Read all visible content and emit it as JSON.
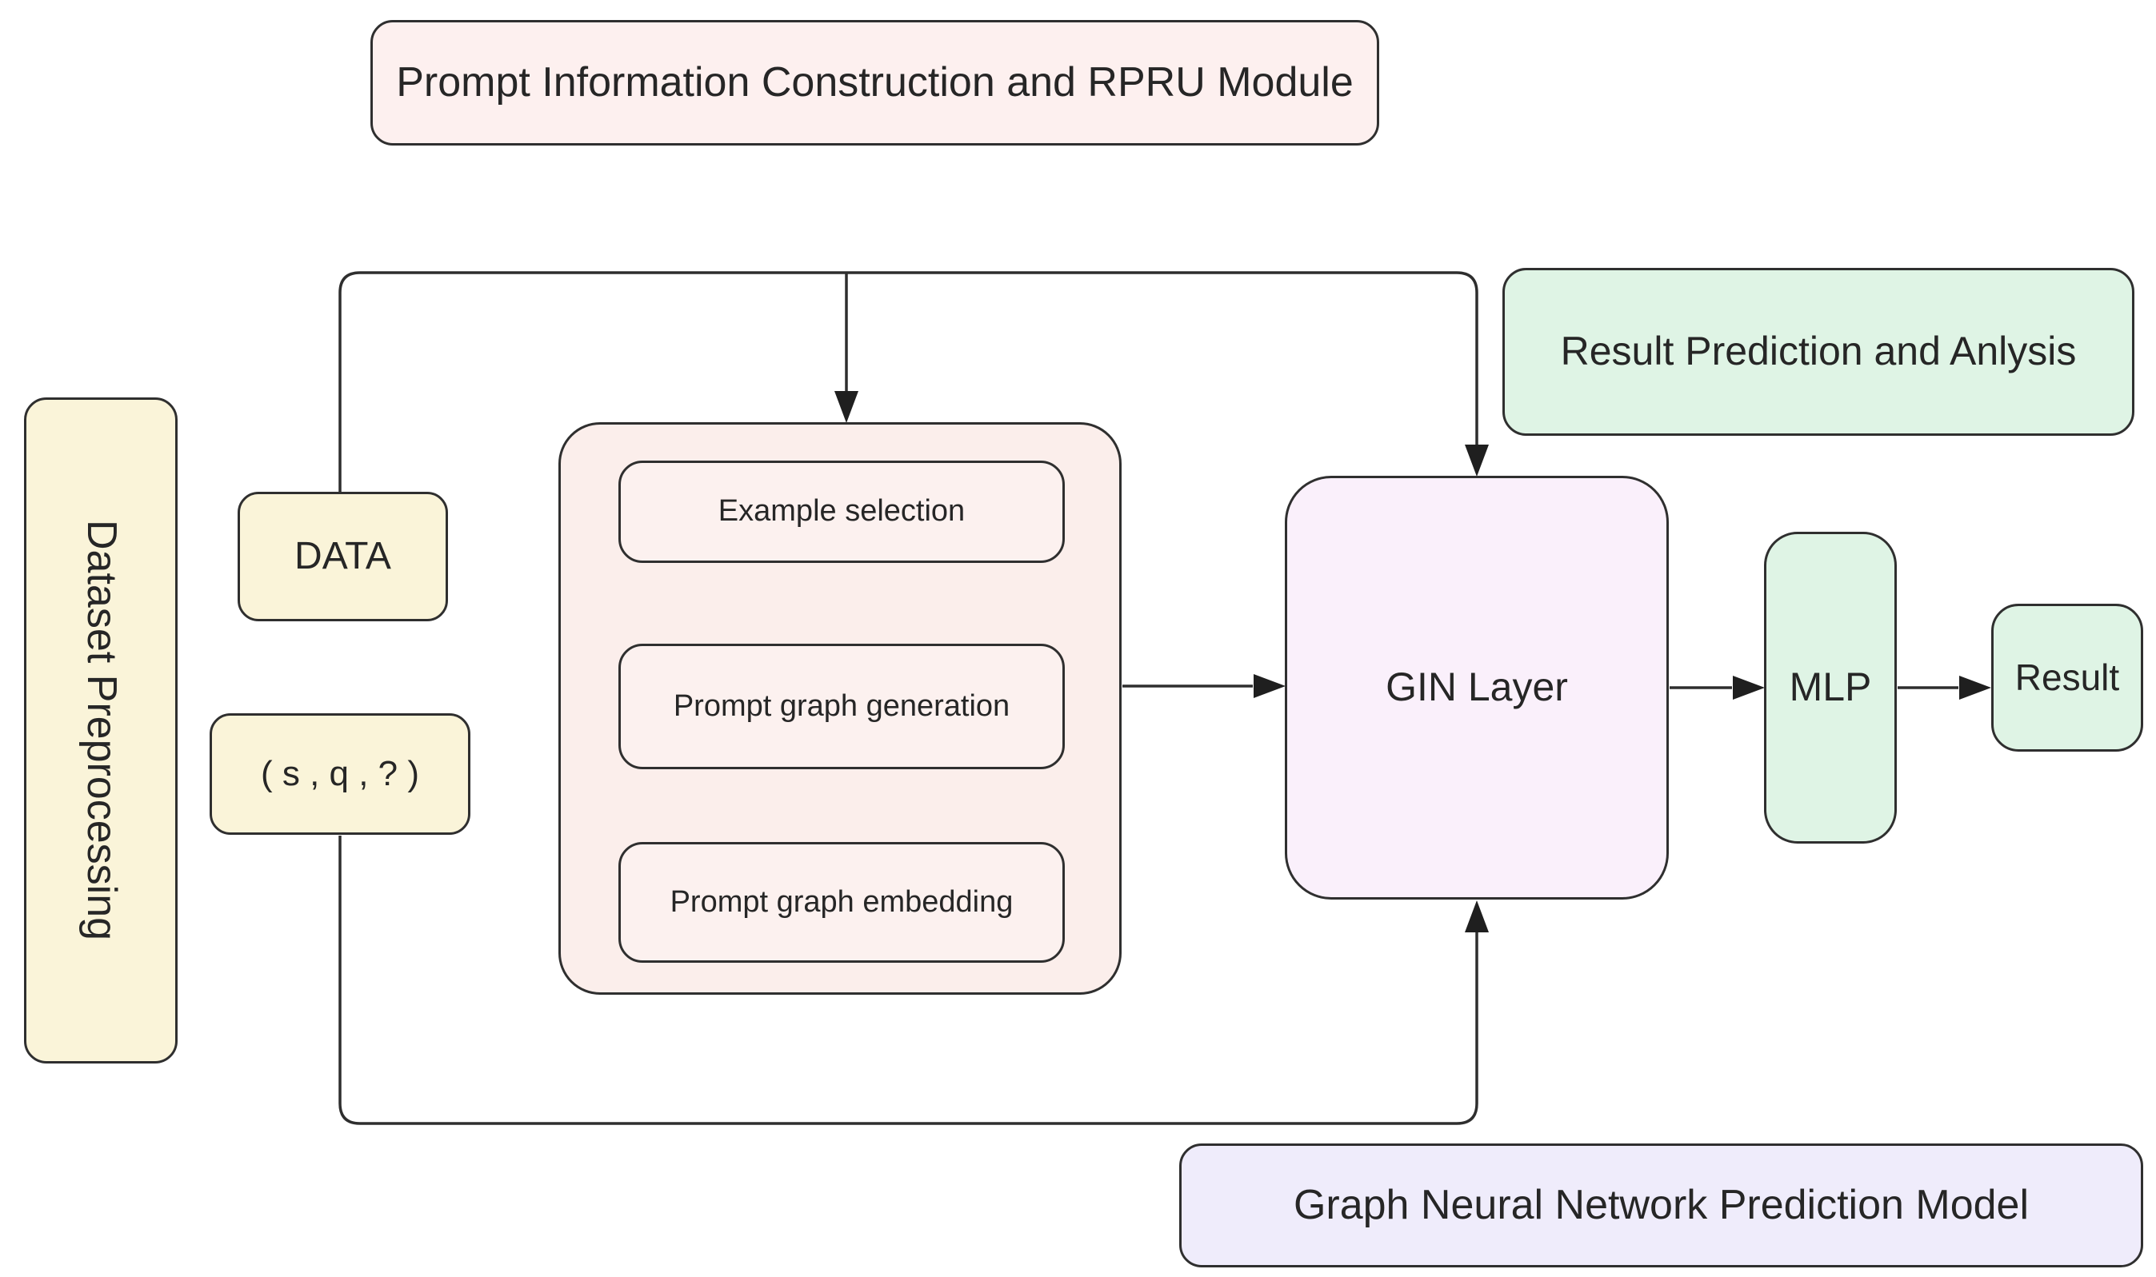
{
  "banners": {
    "prompt_module": {
      "label": "Prompt Information Construction and RPRU Module"
    },
    "dataset_preprocessing": {
      "label": "Dataset Preprocessing"
    },
    "result_prediction": {
      "label": "Result Prediction and Anlysis"
    },
    "gnn_model": {
      "label": "Graph Neural Network Prediction Model"
    }
  },
  "nodes": {
    "data": {
      "label": "DATA"
    },
    "triple": {
      "label": "( s , q , ? )"
    },
    "example_selection": {
      "label": "Example selection"
    },
    "prompt_graph_generation": {
      "label": "Prompt graph generation"
    },
    "prompt_graph_embedding": {
      "label": "Prompt graph embedding"
    },
    "gin_layer": {
      "label": "GIN Layer"
    },
    "mlp": {
      "label": "MLP"
    },
    "result": {
      "label": "Result"
    }
  },
  "colors": {
    "yellow_fill": "#faf4d9",
    "pink_banner_fill": "#fdf0ef",
    "pink_container_fill": "#fbeeeb",
    "pink_inner_fill": "#fcf1ef",
    "purple_fill": "#faf0fb",
    "mint_fill": "#dff4e5",
    "lavender_fill": "#efecfb",
    "stroke": "#2e2e2e",
    "arrow": "#1f1f1f",
    "text": "#262626",
    "background": "#ffffff"
  }
}
